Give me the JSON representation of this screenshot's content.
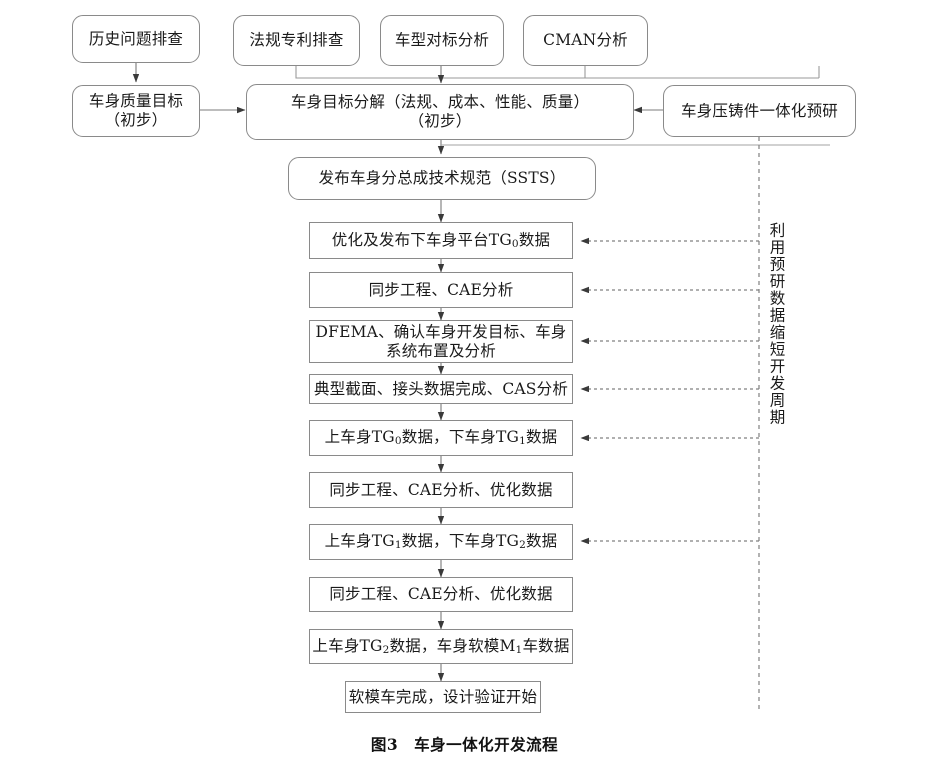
{
  "figure": {
    "caption": "图3　车身一体化开发流程",
    "title": "车身一体化开发流程"
  },
  "colors": {
    "box_border": "#8a8a8a",
    "line": "#6f6f6f",
    "dashed_line": "#7a7a7a",
    "text": "#1a1a1a",
    "background": "#ffffff"
  },
  "inputs": {
    "history": "历史问题排查",
    "regulation": "法规专利排查",
    "benchmark": "车型对标分析",
    "cman": "CMAN分析"
  },
  "nodes": {
    "quality_target": "车身质量目标\n（初步）",
    "target_decomposition": "车身目标分解（法规、成本、性能、质量）\n（初步）",
    "die_casting_research": "车身压铸件一体化预研",
    "ssts": "发布车身分总成技术规范（SSTS）"
  },
  "main_flow": [
    {
      "id": "tg0-platform",
      "text_before": "优化及发布下车身平台TG",
      "sub": "0",
      "text_after": "数据",
      "has_feedback": true
    },
    {
      "id": "sync-cae-1",
      "text_before": "同步工程、CAE分析",
      "sub": "",
      "text_after": "",
      "has_feedback": true
    },
    {
      "id": "dfema",
      "text_before": "DFEMA、确认车身开发目标、车身\n系统布置及分析",
      "sub": "",
      "text_after": "",
      "has_feedback": true
    },
    {
      "id": "section-cas",
      "text_before": "典型截面、接头数据完成、CAS分析",
      "sub": "",
      "text_after": "",
      "has_feedback": true
    },
    {
      "id": "tg0-tg1",
      "text_before": "上车身TG",
      "sub": "0",
      "text_mid": "数据，下车身TG",
      "sub2": "1",
      "text_after": "数据",
      "has_feedback": true
    },
    {
      "id": "sync-cae-2",
      "text_before": "同步工程、CAE分析、优化数据",
      "sub": "",
      "text_after": "",
      "has_feedback": false
    },
    {
      "id": "tg1-tg2",
      "text_before": "上车身TG",
      "sub": "1",
      "text_mid": "数据，下车身TG",
      "sub2": "2",
      "text_after": "数据",
      "has_feedback": true
    },
    {
      "id": "sync-cae-3",
      "text_before": "同步工程、CAE分析、优化数据",
      "sub": "",
      "text_after": "",
      "has_feedback": false
    },
    {
      "id": "tg2-m1",
      "text_before": "上车身TG",
      "sub": "2",
      "text_mid": "数据，车身软模M",
      "sub2": "1",
      "text_after": "车数据",
      "has_feedback": false
    },
    {
      "id": "soft-die-done",
      "text_before": "软模车完成，设计验证开始",
      "sub": "",
      "text_after": "",
      "has_feedback": false
    }
  ],
  "annotation": {
    "vertical_note": "利用预研数据缩短开发周期"
  }
}
